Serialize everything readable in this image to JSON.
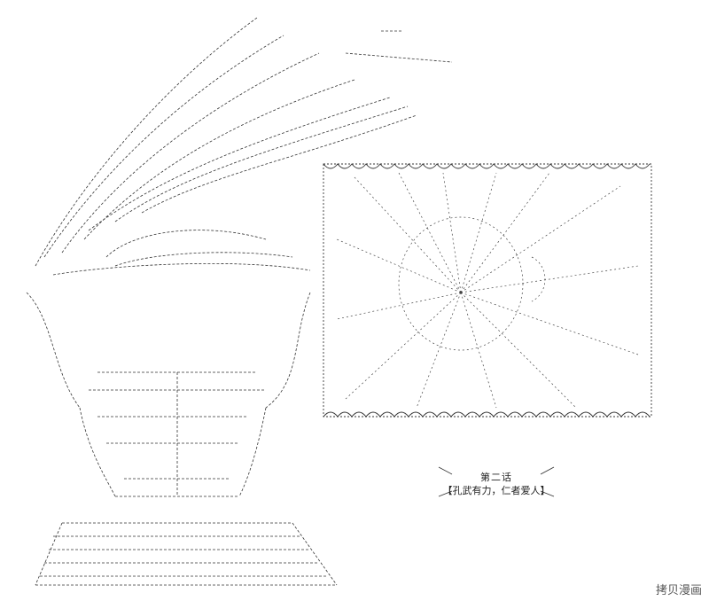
{
  "chapter": {
    "number_label": "第二话",
    "subtitle": "【孔武有力，仁者爱人】"
  },
  "watermark": "拷贝漫画",
  "colors": {
    "background": "#ffffff",
    "ink": "#222222"
  }
}
